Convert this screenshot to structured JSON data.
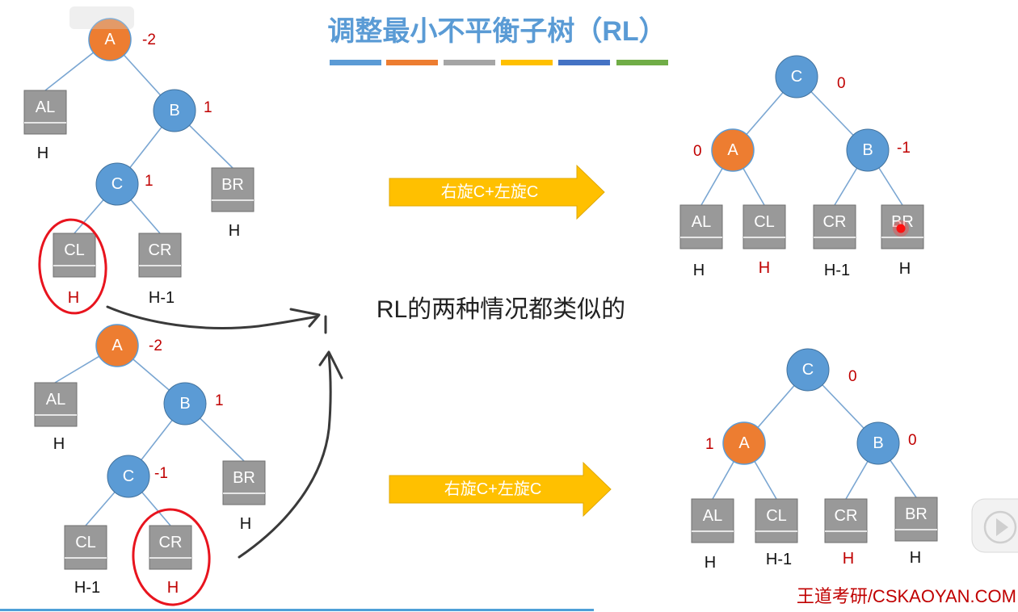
{
  "title": "调整最小不平衡子树（RL）",
  "title_bar_colors": [
    "#5b9bd5",
    "#ed7d31",
    "#a5a5a5",
    "#ffc000",
    "#4472c4",
    "#70ad47"
  ],
  "colors": {
    "imbalanced_node": "#ed7d31",
    "node": "#5b9bd5",
    "subtree_box": "#999999",
    "annotation": "#c00000",
    "arrow": "#ffc000"
  },
  "center_note": "RL的两种情况都类似的",
  "arrow_label": "右旋C+左旋C",
  "watermark": "王道考研/CSKAOYAN.COM",
  "top_left": {
    "nodes": {
      "A": "A",
      "B": "B",
      "C": "C"
    },
    "bf": {
      "A": "-2",
      "B": "1",
      "C": "1"
    },
    "subtrees": {
      "AL": "AL",
      "BR": "BR",
      "CL": "CL",
      "CR": "CR"
    },
    "heights": {
      "AL": "H",
      "BR": "H",
      "CL": "H",
      "CR": "H-1"
    }
  },
  "top_right": {
    "nodes": {
      "C": "C",
      "A": "A",
      "B": "B"
    },
    "bf": {
      "C": "0",
      "A": "0",
      "B": "-1"
    },
    "subtrees": {
      "AL": "AL",
      "CL": "CL",
      "CR": "CR",
      "BR": "BR"
    },
    "heights": {
      "AL": "H",
      "CL": "H",
      "CR": "H-1",
      "BR": "H"
    }
  },
  "bottom_left": {
    "nodes": {
      "A": "A",
      "B": "B",
      "C": "C"
    },
    "bf": {
      "A": "-2",
      "B": "1",
      "C": "-1"
    },
    "subtrees": {
      "AL": "AL",
      "BR": "BR",
      "CL": "CL",
      "CR": "CR"
    },
    "heights": {
      "AL": "H",
      "BR": "H",
      "CL": "H-1",
      "CR": "H"
    }
  },
  "bottom_right": {
    "nodes": {
      "C": "C",
      "A": "A",
      "B": "B"
    },
    "bf": {
      "C": "0",
      "A": "1",
      "B": "0"
    },
    "subtrees": {
      "AL": "AL",
      "CL": "CL",
      "CR": "CR",
      "BR": "BR"
    },
    "heights": {
      "AL": "H",
      "CL": "H-1",
      "CR": "H",
      "BR": "H"
    }
  }
}
